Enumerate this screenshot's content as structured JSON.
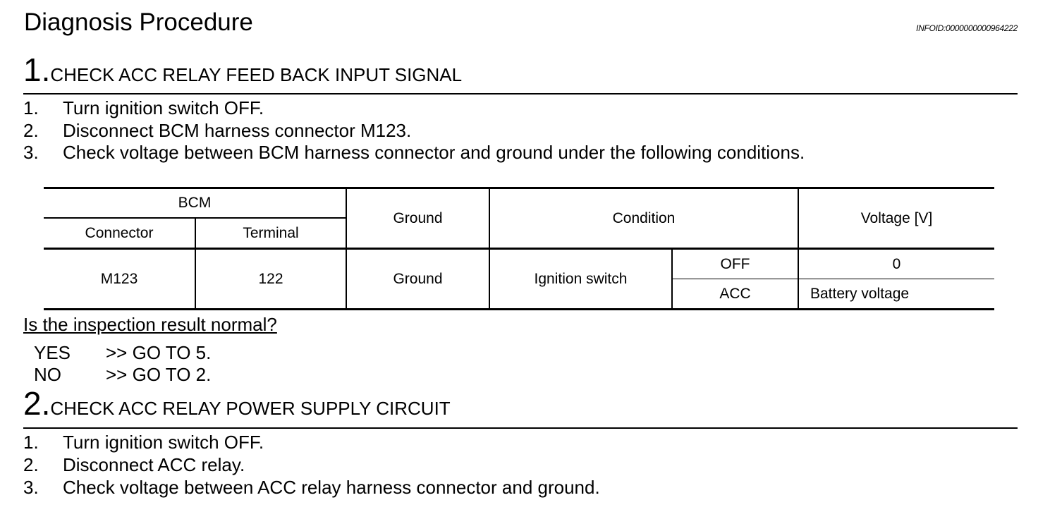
{
  "header": {
    "title": "Diagnosis Procedure",
    "infoid": "INFOID:0000000000964222"
  },
  "step1": {
    "number": "1.",
    "title": "CHECK ACC RELAY FEED BACK INPUT SIGNAL",
    "items": [
      {
        "n": "1.",
        "text": "Turn ignition switch OFF."
      },
      {
        "n": "2.",
        "text": "Disconnect BCM harness connector M123."
      },
      {
        "n": "3.",
        "text": "Check voltage between BCM harness connector and ground under the following conditions."
      }
    ],
    "table": {
      "headers": {
        "bcm": "BCM",
        "connector": "Connector",
        "terminal": "Terminal",
        "ground": "Ground",
        "condition": "Condition",
        "voltage": "Voltage [V]"
      },
      "row": {
        "connector": "M123",
        "terminal": "122",
        "ground": "Ground",
        "condition": "Ignition switch",
        "states": [
          {
            "state": "OFF",
            "voltage": "0"
          },
          {
            "state": "ACC",
            "voltage": "Battery voltage"
          }
        ]
      }
    },
    "question": "Is the inspection result normal?",
    "answers": [
      {
        "key": "YES",
        "action": ">> GO TO 5."
      },
      {
        "key": "NO",
        "action": ">> GO TO 2."
      }
    ]
  },
  "step2": {
    "number": "2.",
    "title": "CHECK ACC RELAY POWER SUPPLY CIRCUIT",
    "items": [
      {
        "n": "1.",
        "text": "Turn ignition switch OFF."
      },
      {
        "n": "2.",
        "text": "Disconnect ACC relay."
      },
      {
        "n": "3.",
        "text": "Check voltage between ACC relay harness connector and ground."
      }
    ]
  }
}
